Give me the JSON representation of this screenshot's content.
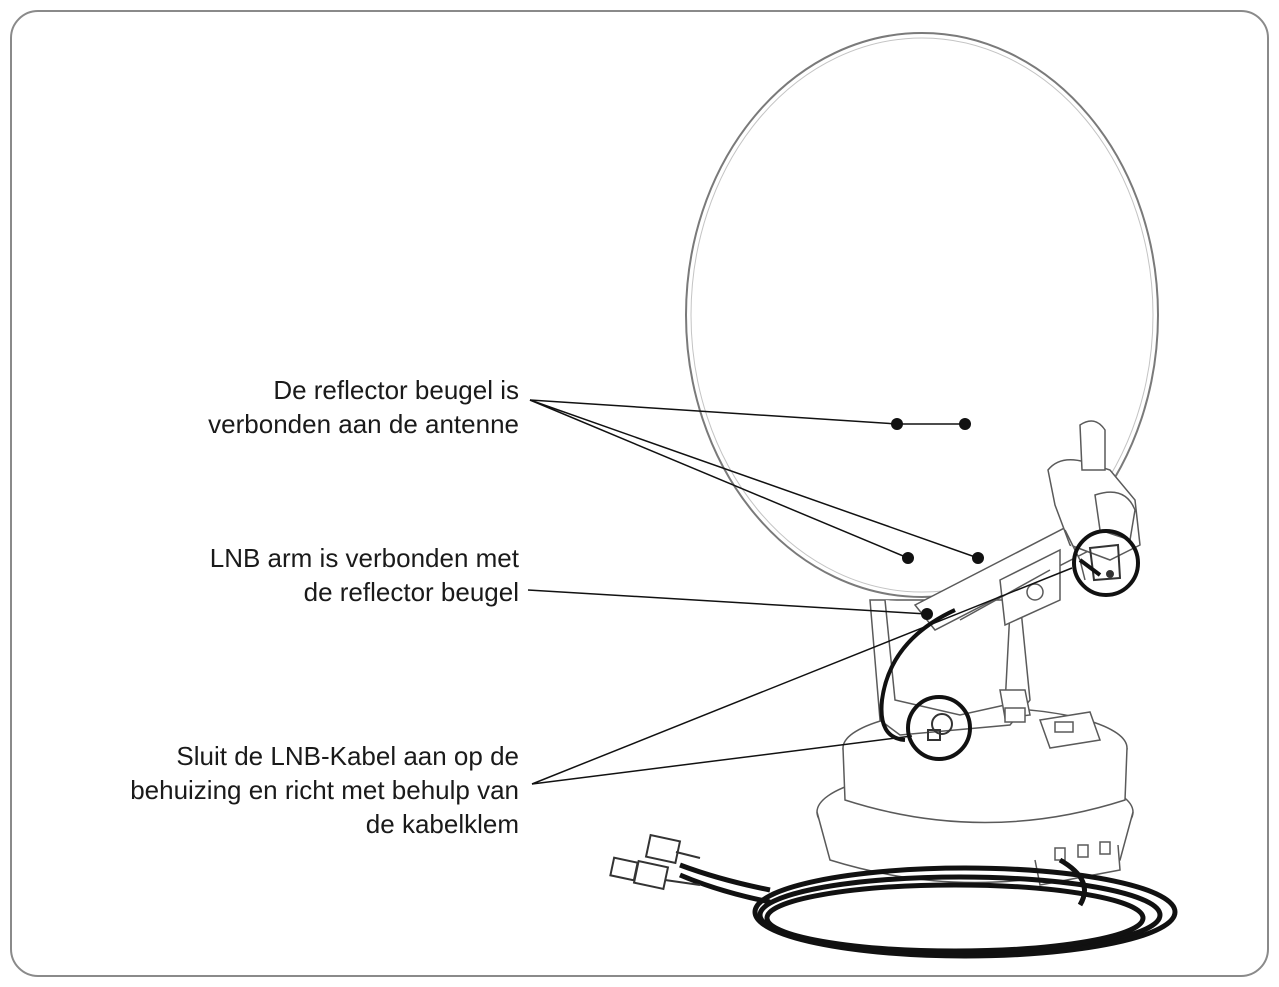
{
  "colors": {
    "frame": "#8a8a8a",
    "ink": "#1a1a1a",
    "line_art": "#5a5a5a"
  },
  "labels": {
    "reflector": {
      "line1": "De reflector beugel is",
      "line2": "verbonden aan de antenne"
    },
    "lnb_arm": {
      "line1": "LNB arm is verbonden met",
      "line2": "de reflector beugel"
    },
    "cable": {
      "line1": "Sluit de LNB-Kabel aan op de",
      "line2": "behuizing en richt met behulp van",
      "line3": "de kabelklem"
    }
  }
}
